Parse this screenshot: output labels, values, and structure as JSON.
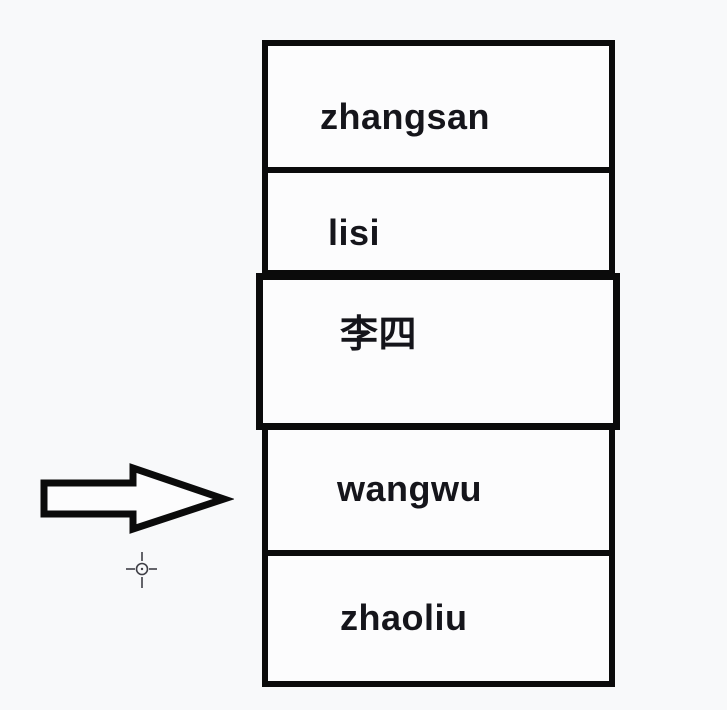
{
  "rows": [
    {
      "label": "zhangsan"
    },
    {
      "label": "lisi"
    },
    {
      "label": "李四"
    },
    {
      "label": "wangwu"
    },
    {
      "label": "zhaoliu"
    }
  ],
  "pointer": {
    "arrow_icon": "right-arrow",
    "crosshair_icon": "crosshair",
    "points_to_row": "wangwu"
  },
  "colors": {
    "background": "#f8f9fa",
    "box_fill": "#fcfcfd",
    "border": "#0b0b0b",
    "text": "#15151b"
  }
}
